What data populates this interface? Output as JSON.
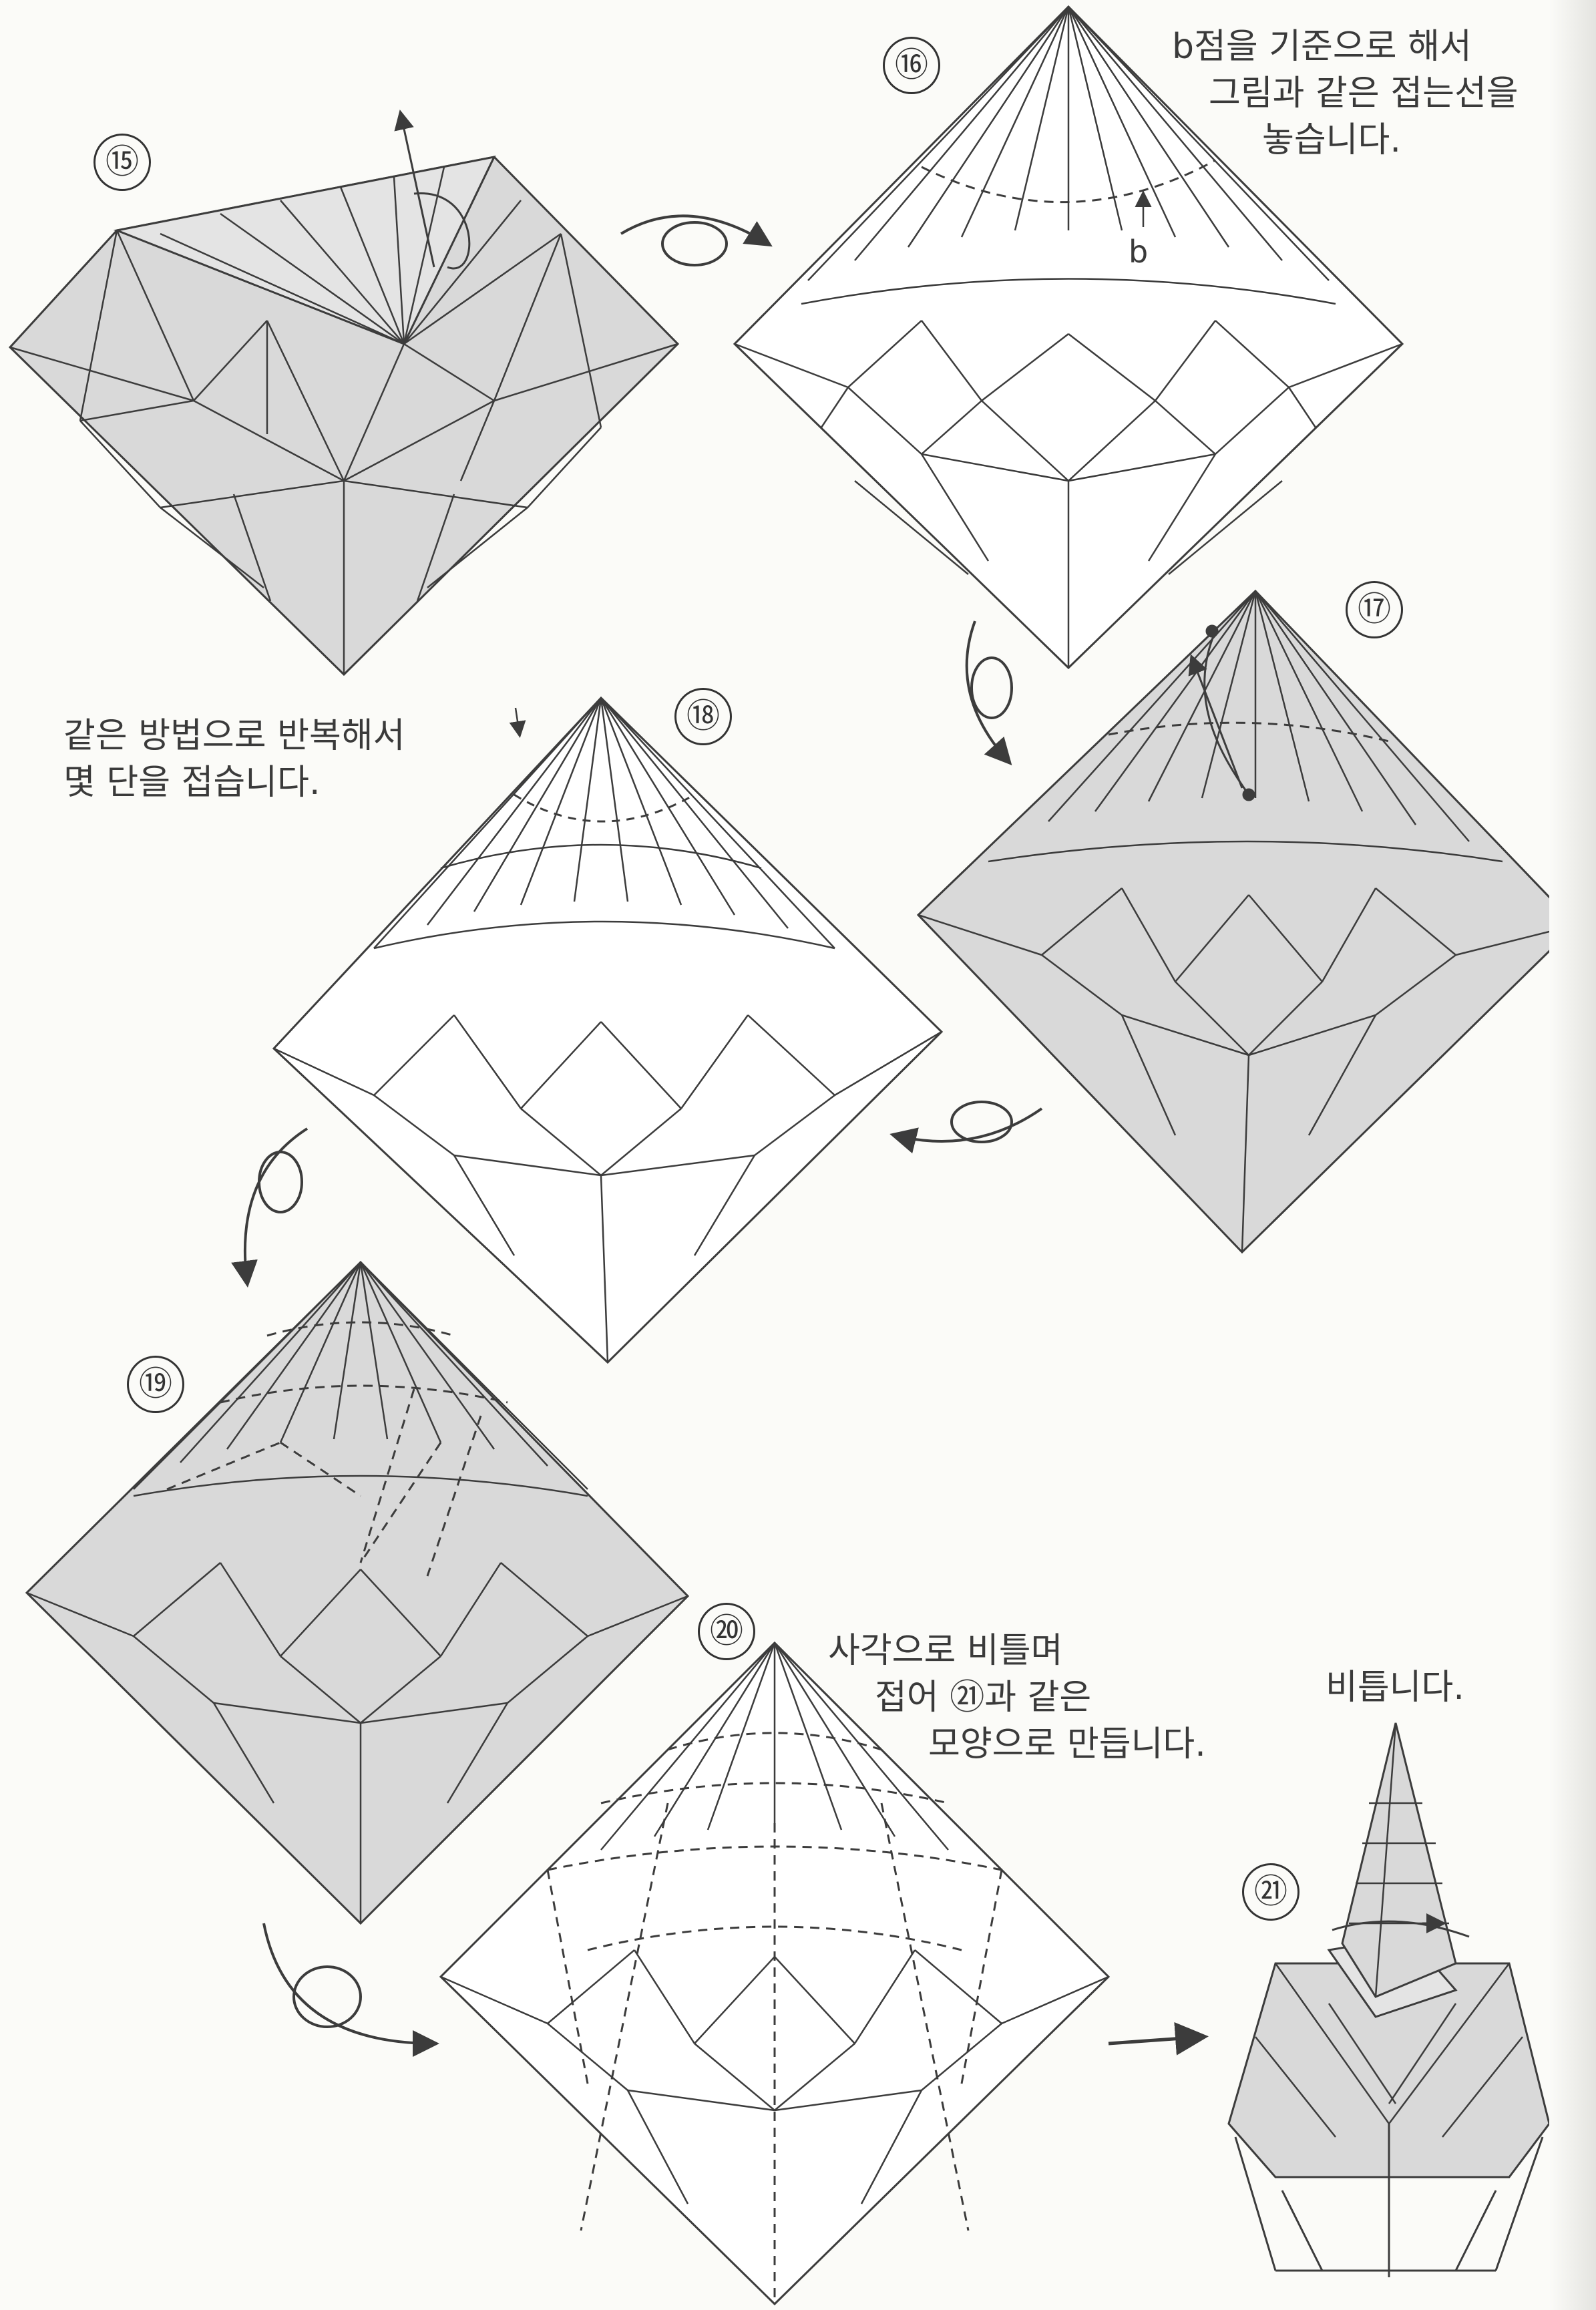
{
  "steps": [
    {
      "number": "⑮"
    },
    {
      "number": "⑯",
      "note_lines": [
        "b점을 기준으로 해서",
        "그림과 같은 접는선을",
        "놓습니다."
      ],
      "point_label": "b"
    },
    {
      "number": "⑰"
    },
    {
      "number": "⑱",
      "note_lines": [
        "같은 방법으로 반복해서",
        "몇 단을 접습니다."
      ]
    },
    {
      "number": "⑲"
    },
    {
      "number": "⑳",
      "note_lines": [
        "사각으로 비틀며",
        "접어 ㉑과 같은",
        "모양으로 만듭니다."
      ]
    },
    {
      "number": "㉑",
      "note_lines": [
        "비틉니다."
      ]
    }
  ],
  "colors": {
    "paper_gray": "#d9d9d9",
    "paper_white": "#ffffff",
    "line": "#3c3c3c"
  }
}
